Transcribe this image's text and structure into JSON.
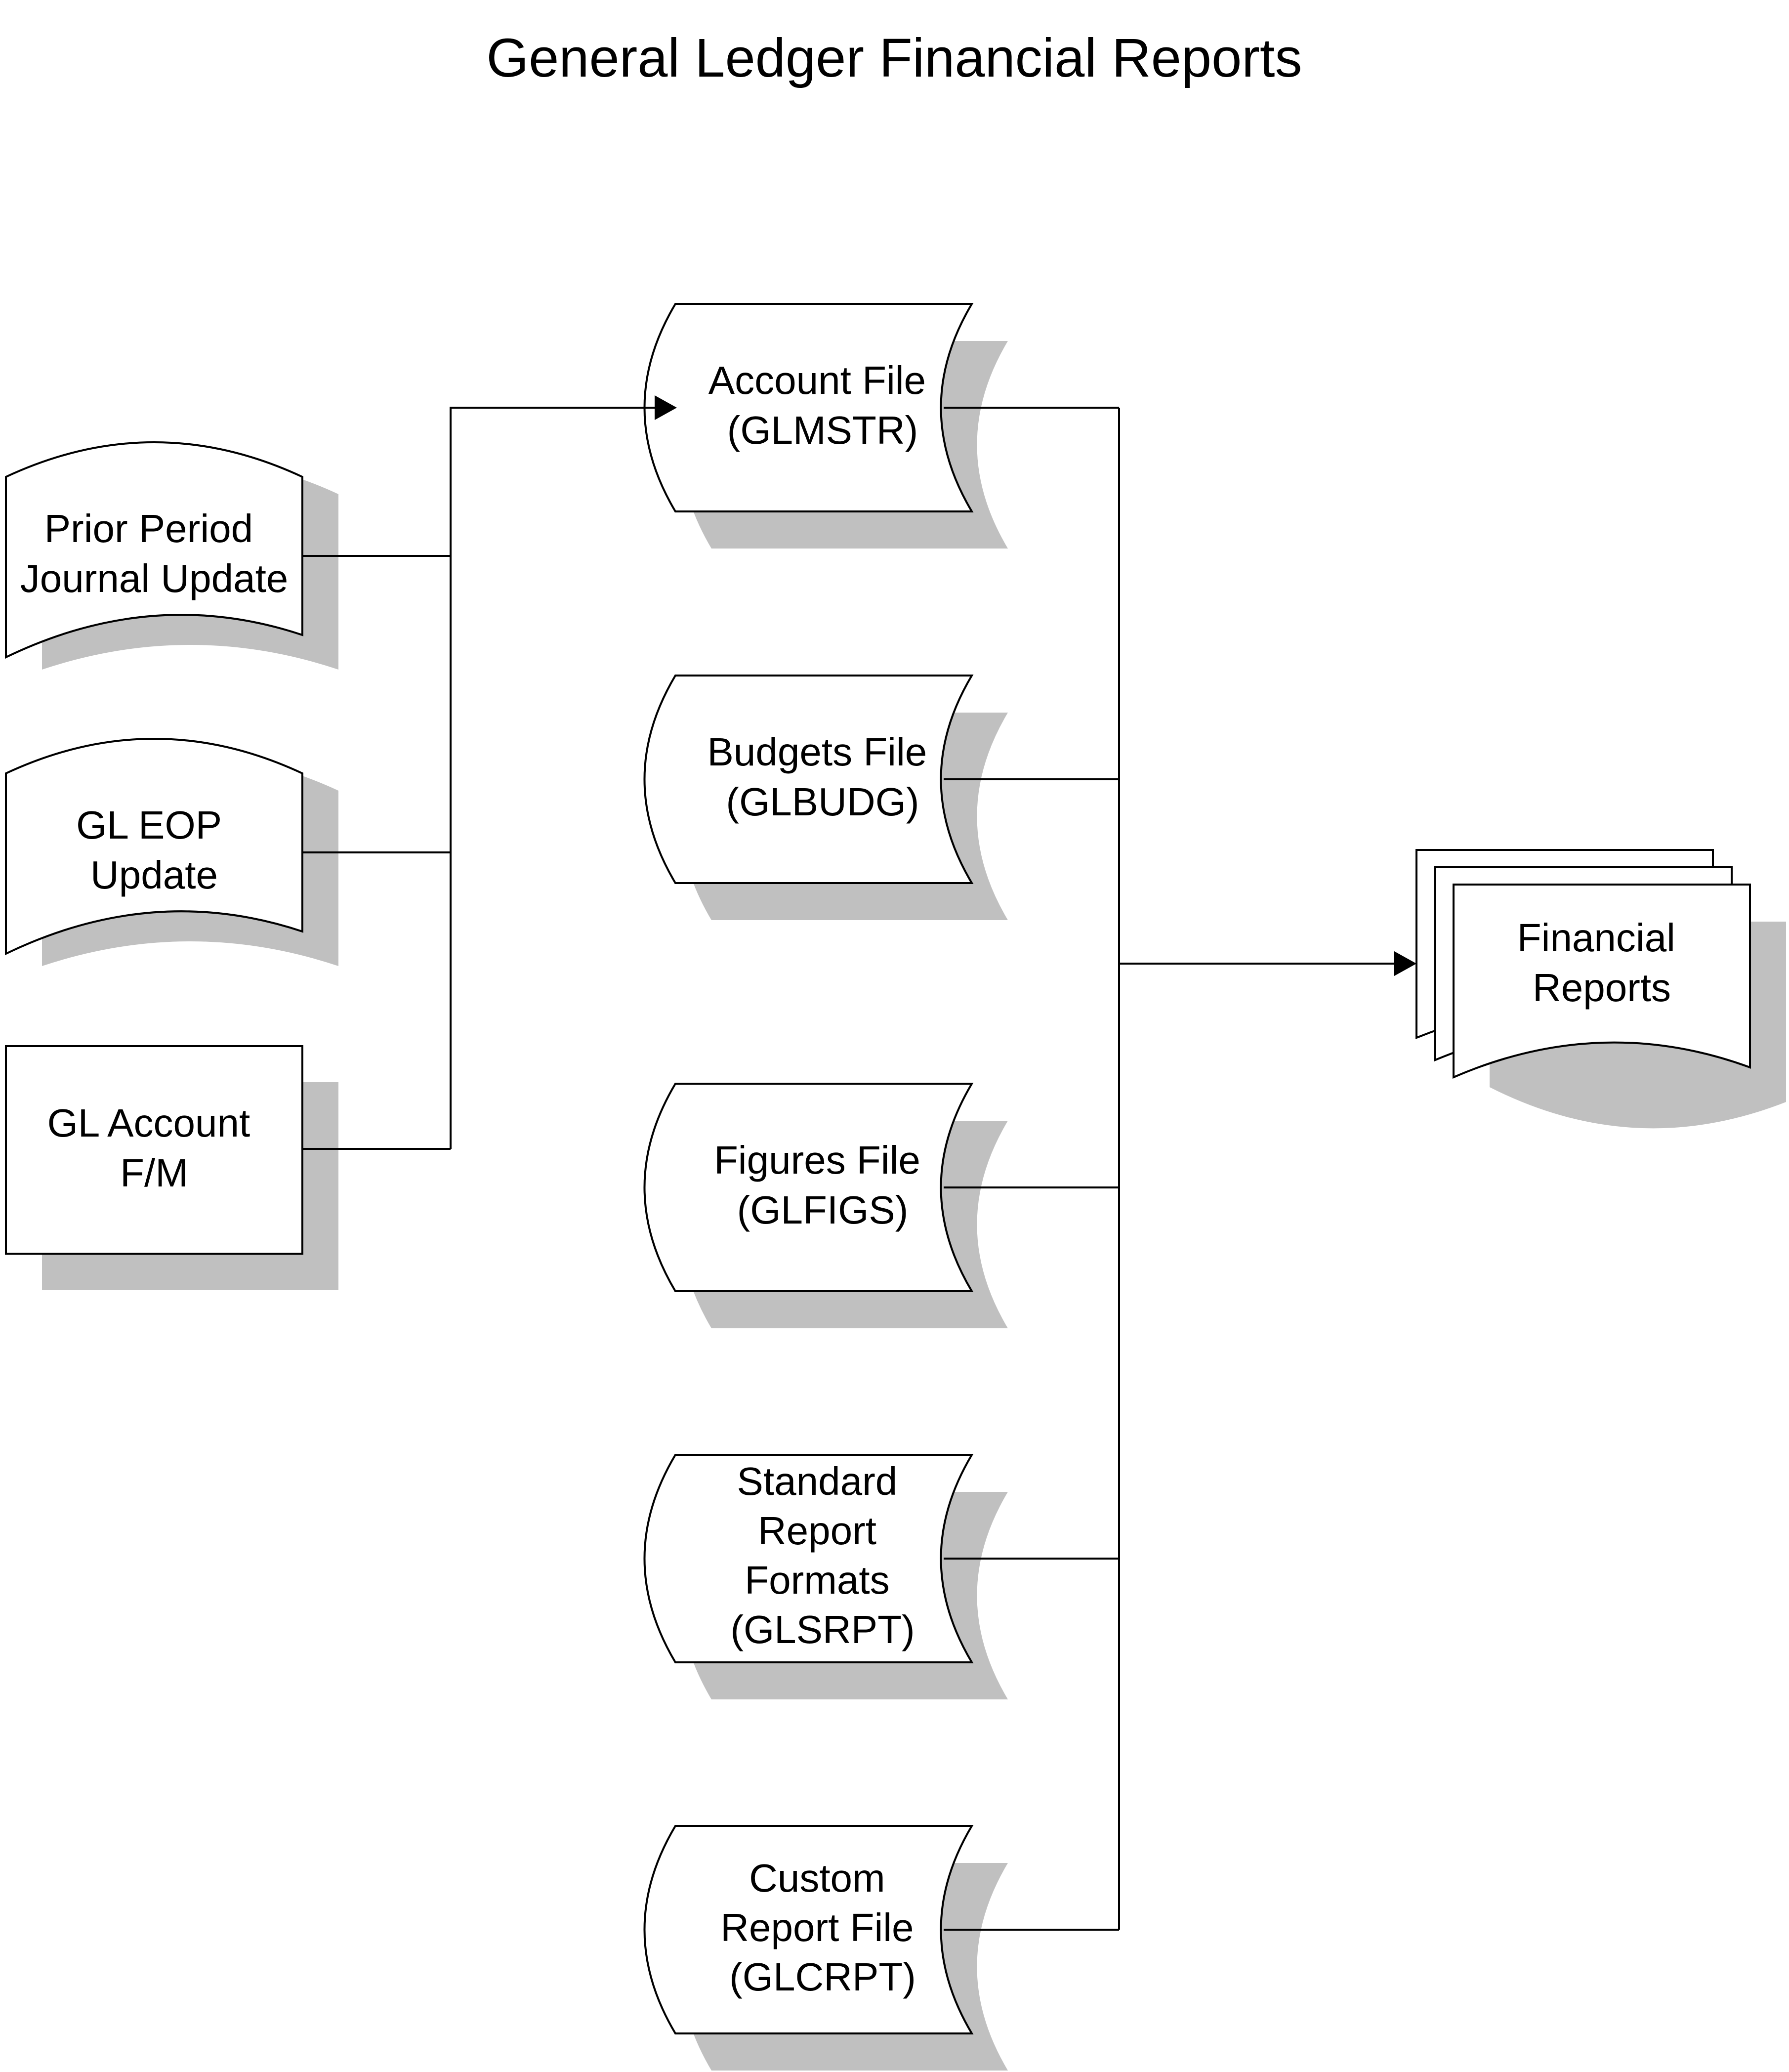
{
  "title": "General Ledger Financial Reports",
  "inputs": [
    {
      "id": "prior-period-journal-update",
      "lines": [
        "Prior Period",
        "Journal Update"
      ]
    },
    {
      "id": "gl-eop-update",
      "lines": [
        "GL EOP",
        "Update"
      ]
    },
    {
      "id": "gl-account-fm",
      "lines": [
        "GL Account",
        "F/M"
      ]
    }
  ],
  "files": [
    {
      "id": "account-file",
      "lines": [
        "Account File",
        "(GLMSTR)"
      ]
    },
    {
      "id": "budgets-file",
      "lines": [
        "Budgets File",
        "(GLBUDG)"
      ]
    },
    {
      "id": "figures-file",
      "lines": [
        "Figures File",
        "(GLFIGS)"
      ]
    },
    {
      "id": "standard-report-formats",
      "lines": [
        "Standard",
        "Report",
        "Formats",
        "(GLSRPT)"
      ]
    },
    {
      "id": "custom-report-file",
      "lines": [
        "Custom",
        "Report File",
        "(GLCRPT)"
      ]
    }
  ],
  "output": {
    "id": "financial-reports",
    "lines": [
      "Financial",
      "Reports"
    ]
  }
}
